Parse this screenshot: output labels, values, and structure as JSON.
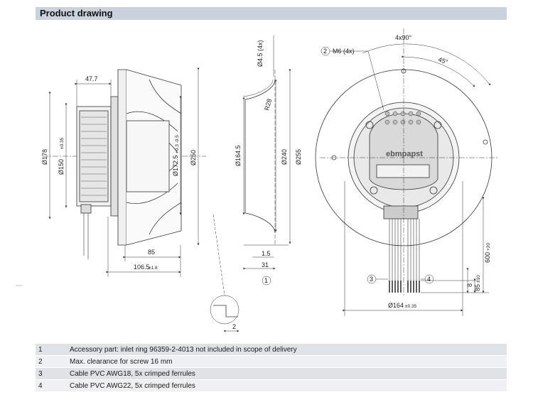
{
  "header": {
    "title": "Product drawing"
  },
  "side_view": {
    "width_top": "47.7",
    "dia_178": "Ø178",
    "dia_150": "Ø150",
    "tol_150": "±0.35",
    "dia_172": "Ø172.5",
    "tol_172": "+0.3 -0.5",
    "dia_250": "Ø250",
    "len_85": "85",
    "len_106": "106.5",
    "tol_106": "±1.8",
    "detail_2": "2"
  },
  "inlet_view": {
    "hole": "Ø4.5 (4x)",
    "radius": "R28",
    "dia_164": "Ø164.5",
    "dia_240": "Ø240",
    "dia_255": "Ø255",
    "dim_15": "1.5",
    "dim_31": "31",
    "callout": "1"
  },
  "front_view": {
    "callout_2": "2",
    "thread": "M6 (4x)",
    "angle_4x90": "4x90°",
    "angle_45": "45°",
    "brand": "ebmpapst",
    "callout_3": "3",
    "callout_4": "4",
    "cable_600": "600",
    "tol_600": "+20",
    "dim_8": "8",
    "dim_85": "85",
    "tol_85": "±10",
    "dia_164": "Ø164",
    "tol_164": "±0.35"
  },
  "notes": [
    {
      "num": "1",
      "text": "Accessory part: inlet ring 96359-2-4013 not included in scope of delivery"
    },
    {
      "num": "2",
      "text": "Max. clearance for screw 16 mm"
    },
    {
      "num": "3",
      "text": "Cable PVC AWG18, 5x crimped ferrules"
    },
    {
      "num": "4",
      "text": "Cable PVC AWG22, 5x crimped ferrules"
    }
  ]
}
